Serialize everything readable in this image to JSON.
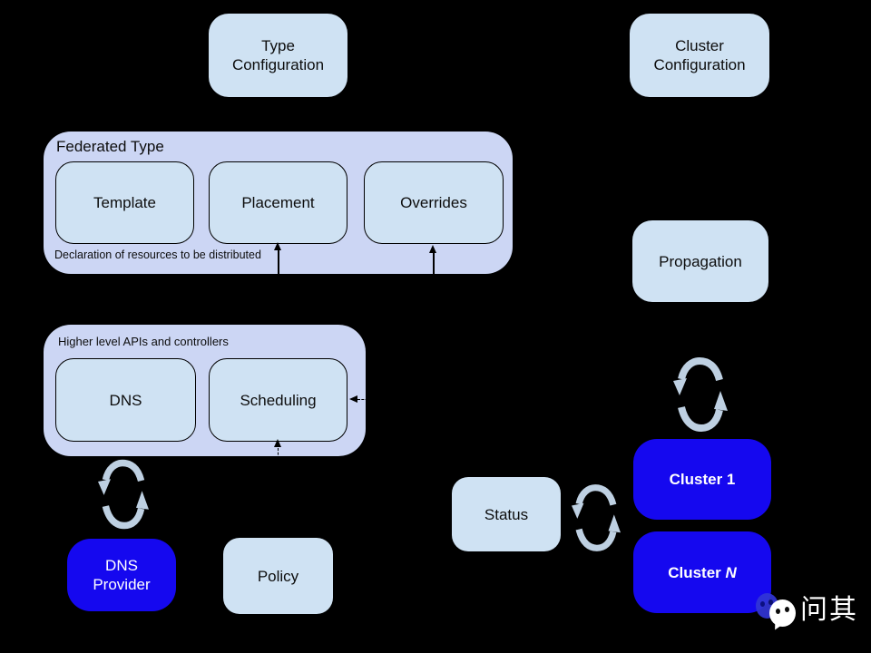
{
  "colors": {
    "background": "#000000",
    "light-box": "#cfe2f3",
    "container-box": "#ccd6f4",
    "accent-blue": "#1508ef",
    "sync-icon": "#bed0e2",
    "text-dark": "#0d0d0d",
    "text-light": "#ffffff",
    "line-color": "#000000"
  },
  "nodes": {
    "type_configuration": {
      "label": "Type\nConfiguration"
    },
    "cluster_configuration": {
      "label": "Cluster\nConfiguration"
    },
    "federated_type": {
      "title": "Federated Type",
      "template": {
        "label": "Template"
      },
      "placement": {
        "label": "Placement"
      },
      "overrides": {
        "label": "Overrides"
      },
      "caption": "Declaration of resources to be distributed"
    },
    "propagation": {
      "label": "Propagation"
    },
    "higher_level": {
      "title": "Higher level APIs and controllers",
      "dns": {
        "label": "DNS"
      },
      "scheduling": {
        "label": "Scheduling"
      }
    },
    "dns_provider": {
      "label": "DNS\nProvider"
    },
    "policy": {
      "label": "Policy"
    },
    "status": {
      "label": "Status"
    },
    "cluster_1": {
      "label": "Cluster 1"
    },
    "cluster_n": {
      "label_prefix": "Cluster ",
      "label_suffix": "N"
    }
  },
  "watermark": {
    "text": "问其"
  }
}
